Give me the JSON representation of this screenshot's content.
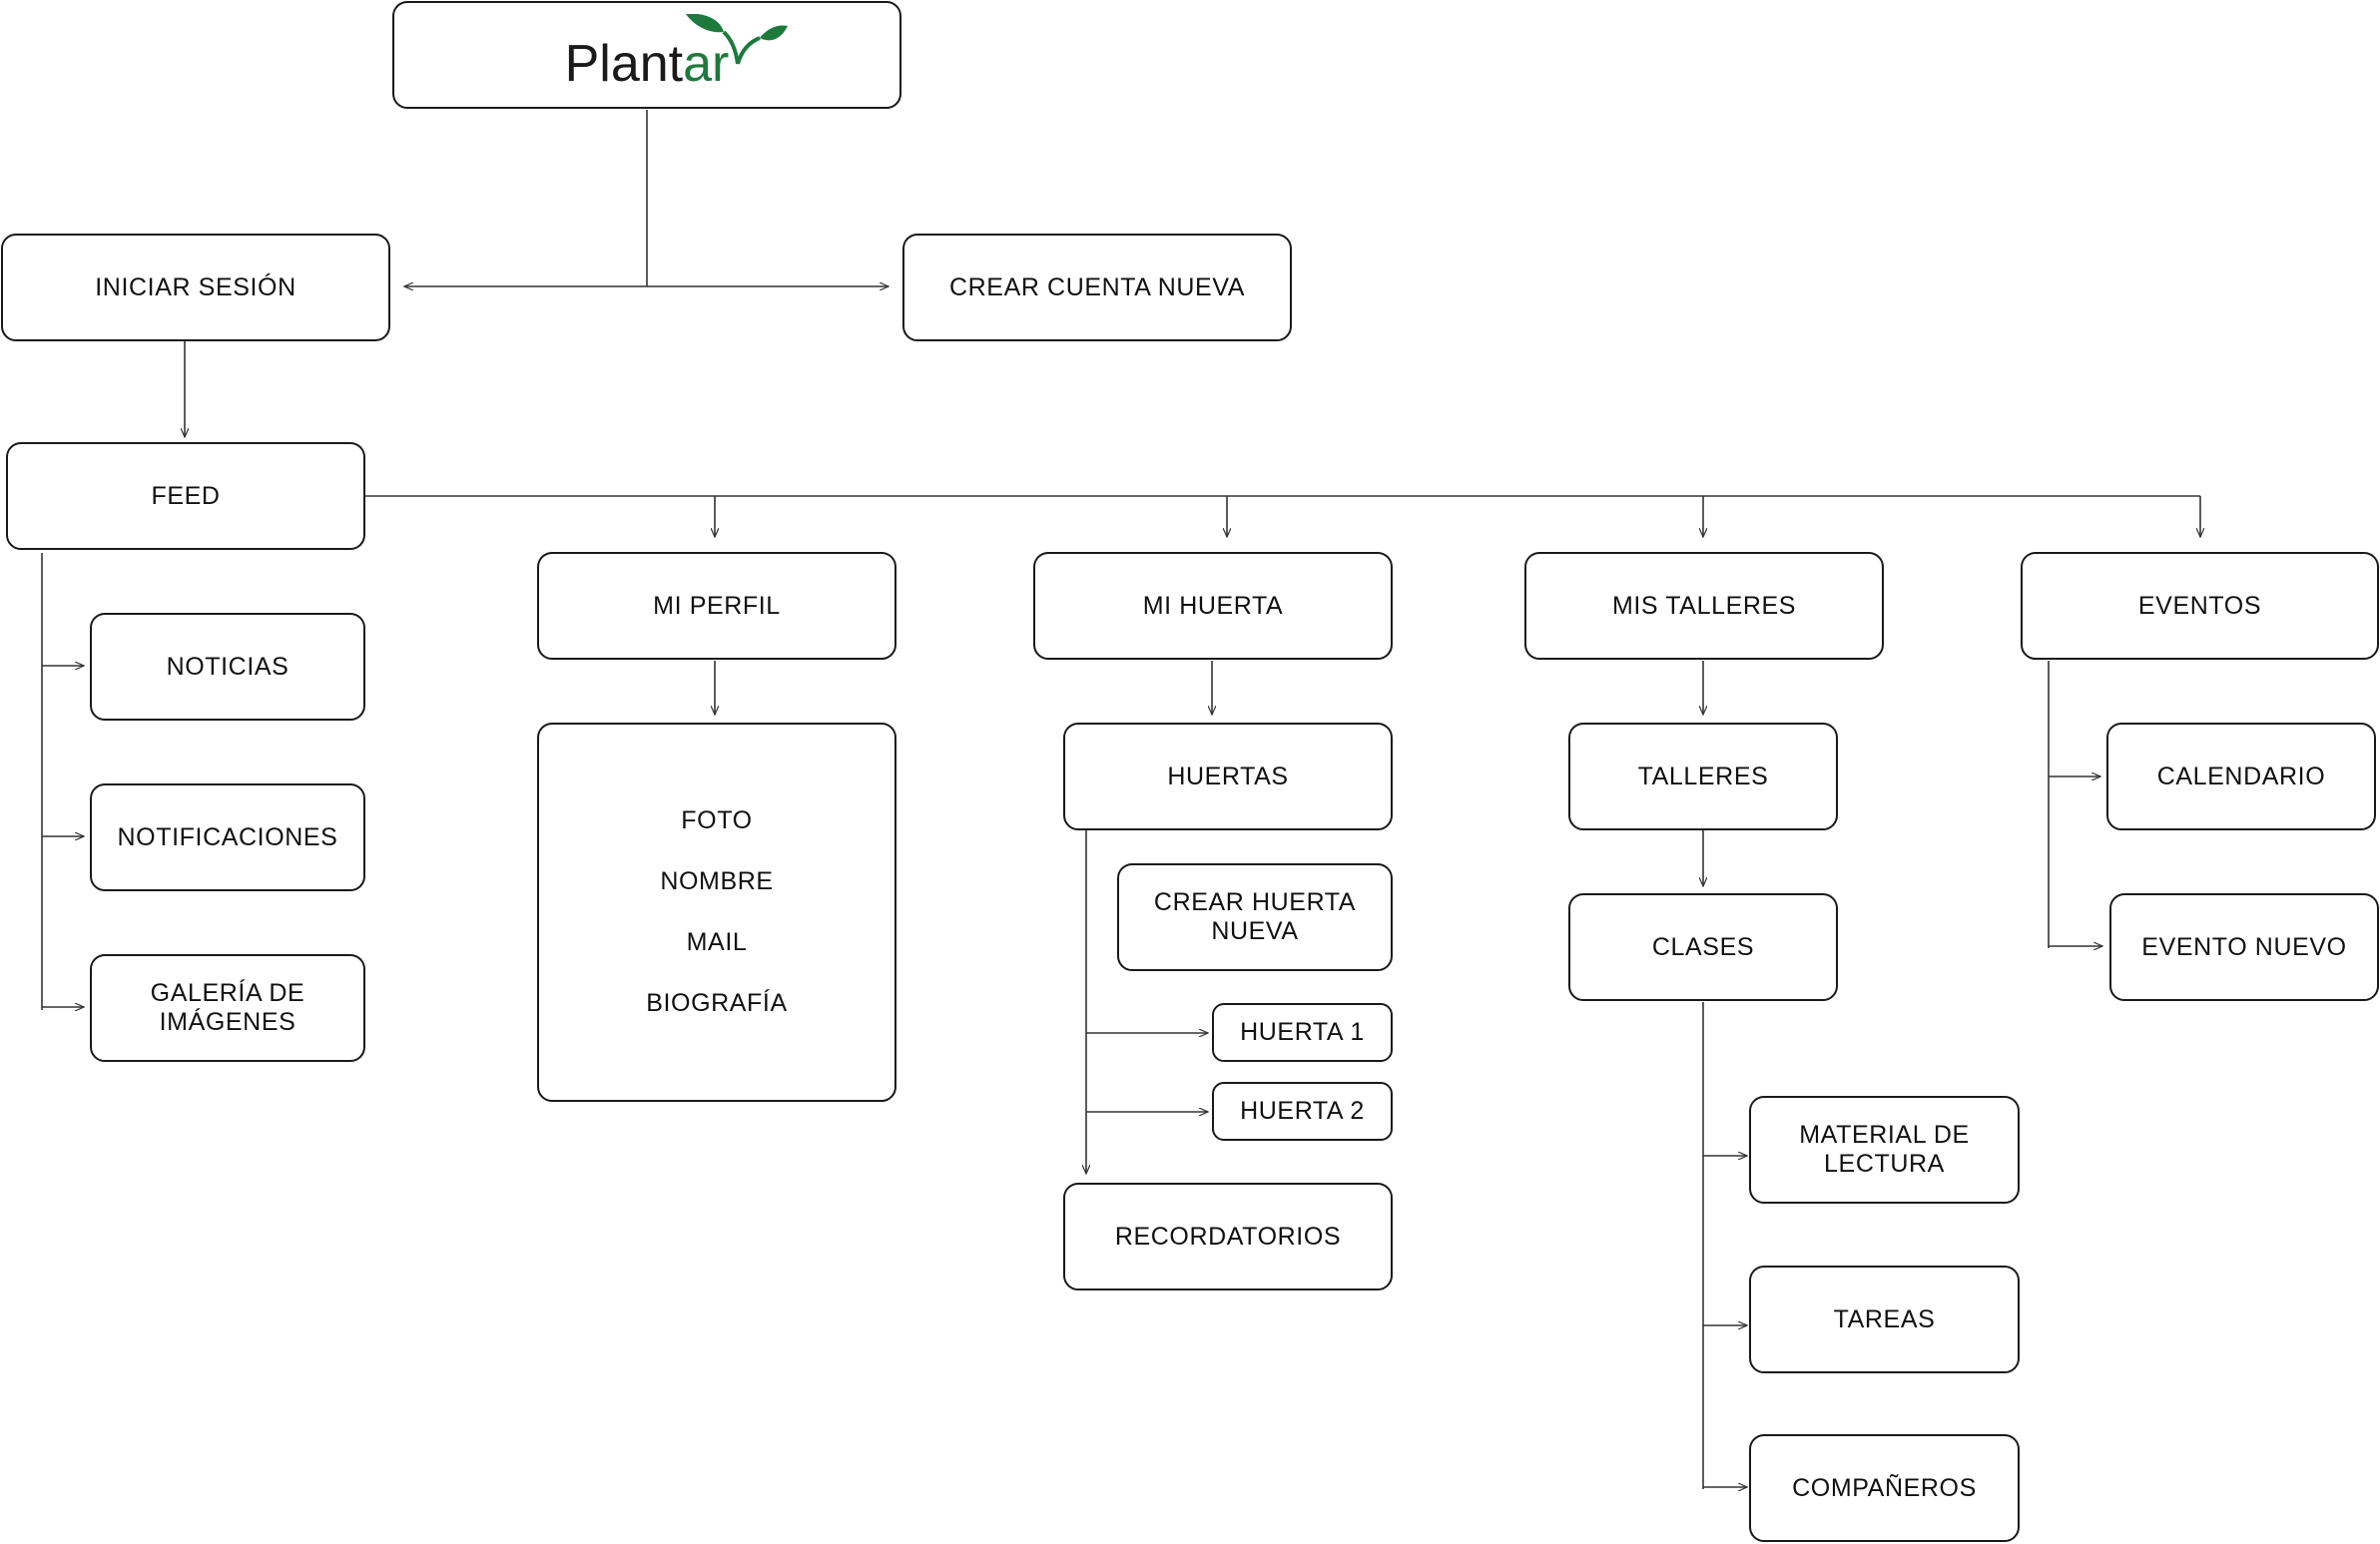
{
  "logo": {
    "part1": "Plant",
    "part2": "ar",
    "icon": "sprout-leaves-icon",
    "accent": "#1e7a3c"
  },
  "nodes": {
    "login": "INICIAR SESIÓN",
    "signup": "CREAR CUENTA NUEVA",
    "feed": "FEED",
    "news": "NOTICIAS",
    "notifications": "NOTIFICACIONES",
    "gallery": "GALERÍA DE\nIMÁGENES",
    "profile": "MI PERFIL",
    "profile_fields": [
      "FOTO",
      "NOMBRE",
      "MAIL",
      "BIOGRAFÍA"
    ],
    "garden": "MI HUERTA",
    "gardens": "HUERTAS",
    "new_garden": "CREAR HUERTA\nNUEVA",
    "garden1": "HUERTA 1",
    "garden2": "HUERTA 2",
    "reminders": "RECORDATORIOS",
    "workshops": "MIS TALLERES",
    "workshops_list": "TALLERES",
    "classes": "CLASES",
    "reading": "MATERIAL DE\nLECTURA",
    "tasks": "TAREAS",
    "classmates": "COMPAÑEROS",
    "events": "EVENTOS",
    "calendar": "CALENDARIO",
    "new_event": "EVENTO NUEVO"
  }
}
